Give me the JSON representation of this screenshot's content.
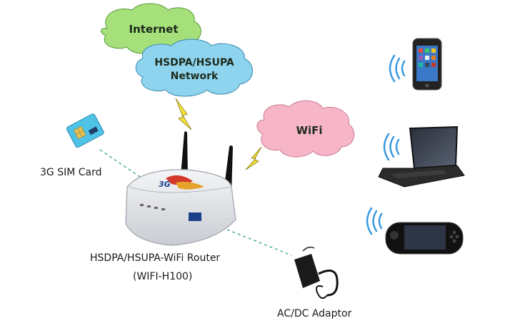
{
  "clouds": {
    "internet": {
      "label": "Internet",
      "color": "#a6e07a"
    },
    "network": {
      "line1": "HSDPA/HSUPA",
      "line2": "Network",
      "color": "#8fd4ee"
    },
    "wifi": {
      "label": "WiFi",
      "color": "#f7b6c8"
    }
  },
  "labels": {
    "sim_card": "3G SIM Card",
    "router_line1": "HSDPA/HSUPA-WiFi Router",
    "router_line2": "(WIFI-H100)",
    "adaptor": "AC/DC Adaptor"
  },
  "devices": [
    "smartphone-icon",
    "laptop-icon",
    "handheld-console-icon"
  ],
  "colors": {
    "dashed_link": "#4caf9a",
    "lightning": "#f3e23a",
    "wifi_waves": "#3a9be0",
    "sim_card": "#4ec3e6",
    "router_body": "#e4e6ea",
    "antenna": "#111111"
  }
}
